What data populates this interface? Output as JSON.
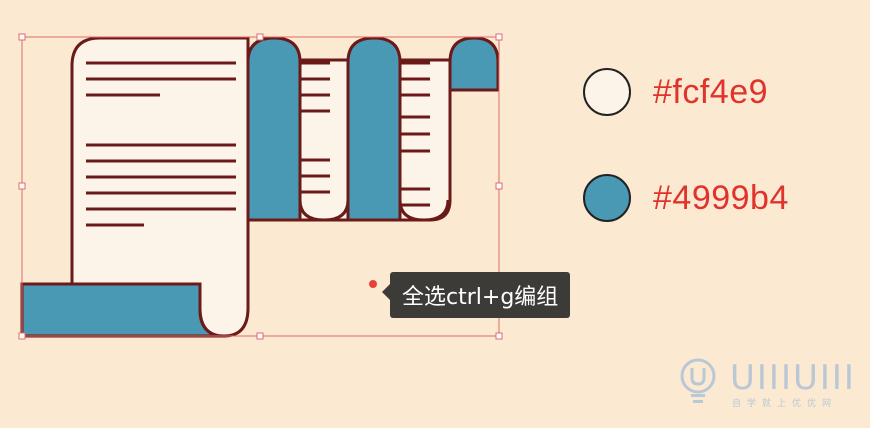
{
  "colors": {
    "background": "#fbe9d2",
    "paper": "#fcf4e9",
    "blue": "#4999b4",
    "outline": "#c0282a",
    "selection": "#e06a6a"
  },
  "swatches": [
    {
      "label": "#fcf4e9",
      "color": "#fcf4e9"
    },
    {
      "label": "#4999b4",
      "color": "#4999b4"
    }
  ],
  "tooltip": {
    "text": "全选ctrl+g编组"
  },
  "watermark": {
    "brand": "UIIIUIII",
    "subtitle": "自学就上优优网"
  }
}
